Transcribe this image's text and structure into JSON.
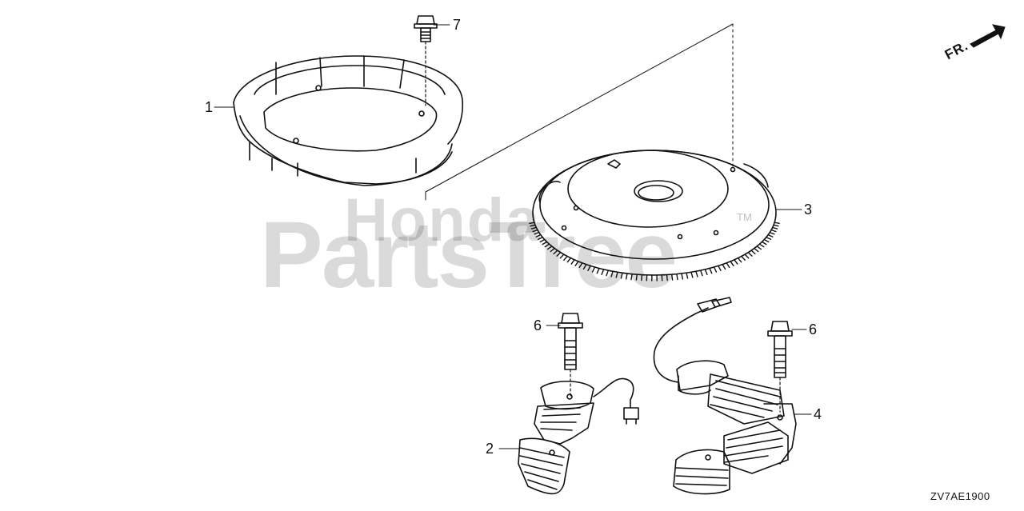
{
  "watermark": {
    "line1": "Honda",
    "line2": "PartsTree",
    "tm": "TM"
  },
  "direction_indicator": {
    "label": "FR."
  },
  "callouts": {
    "c1": "1",
    "c2": "2",
    "c3": "3",
    "c4": "4",
    "c6a": "6",
    "c6b": "6",
    "c7": "7"
  },
  "diagram_code": "ZV7AE1900"
}
